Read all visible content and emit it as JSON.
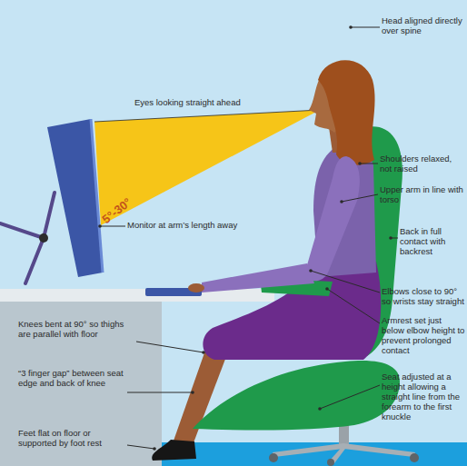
{
  "diagram": {
    "labels": [
      "Head aligned directly over spine",
      "Eyes looking straight ahead",
      "5°-30°",
      "Monitor at arm’s length away",
      "Shoulders relaxed, not raised",
      "Upper arm in line with torso",
      "Back in full contact with backrest",
      "Elbows close to 90° so wrists stay straight",
      "Armrest set just below elbow height to prevent prolonged contact",
      "Knees bent at 90° so thighs are parallel with floor",
      "“3 finger gap” between seat edge and back of knee",
      "Seat adjusted at a height allowing a straight line from the forearm to the first knuckle",
      "Feet flat on floor or supported by foot rest"
    ]
  }
}
